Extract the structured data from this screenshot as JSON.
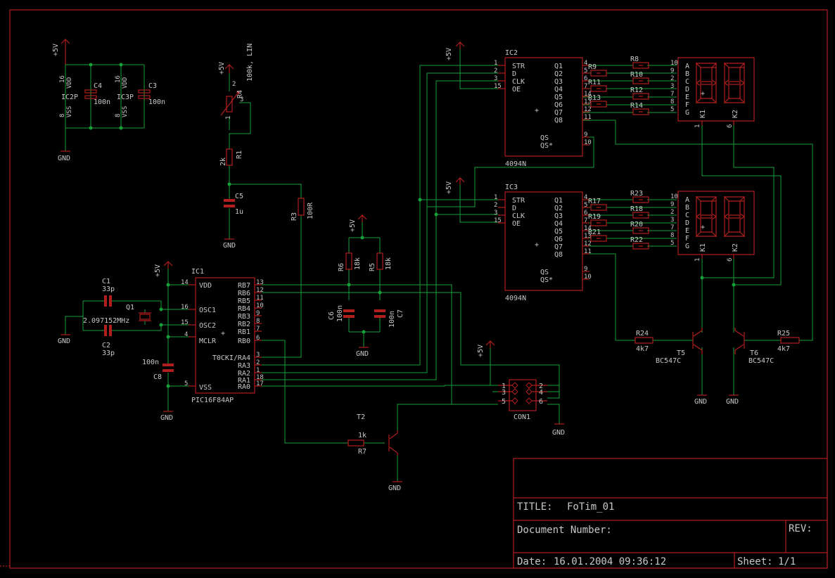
{
  "frame": {
    "title_label": "TITLE:",
    "title_value": "FoTim_01",
    "docnum_label": "Document Number:",
    "rev_label": "REV:",
    "date_label": "Date:",
    "date_value": "16.01.2004 09:36:12",
    "sheet_label": "Sheet:",
    "sheet_value": "1/1"
  },
  "supply": {
    "plus5": "+5V",
    "gnd": "GND"
  },
  "decoupling": {
    "ic2p": "IC2P",
    "ic3p": "IC3P",
    "vdd": "VDD",
    "vss": "VSS",
    "pin16": "16",
    "pin8": "8",
    "c4": "C4",
    "c4v": "100n",
    "c3": "C3",
    "c3v": "100n"
  },
  "pot": {
    "name": "R4",
    "value": "100k, LIN",
    "p1": "1",
    "p2": "2",
    "p3": "3"
  },
  "r1": {
    "name": "R1",
    "value": "2k"
  },
  "c5": {
    "name": "C5",
    "value": "1u"
  },
  "r3": {
    "name": "R3",
    "value": "100R"
  },
  "r6": {
    "name": "R6",
    "value": "18k"
  },
  "r5": {
    "name": "R5",
    "value": "18k"
  },
  "c6": {
    "name": "C6",
    "value": "100n"
  },
  "c7": {
    "name": "C7",
    "value": "100n"
  },
  "osc": {
    "c1": "C1",
    "c1v": "33p",
    "c2": "C2",
    "c2v": "33p",
    "q1": "Q1",
    "freq": "2.097152MHz",
    "c8": "C8",
    "c8v": "100n"
  },
  "ic1": {
    "name": "IC1",
    "part": "PIC16F84AP",
    "left_pins": [
      {
        "num": "14",
        "label": "VDD"
      },
      {
        "num": "16",
        "label": "OSC1"
      },
      {
        "num": "15",
        "label": "OSC2"
      },
      {
        "num": "4",
        "label": "MCLR"
      },
      {
        "num": "5",
        "label": "VSS"
      }
    ],
    "right_pins": [
      {
        "num": "13",
        "label": "RB7"
      },
      {
        "num": "12",
        "label": "RB6"
      },
      {
        "num": "11",
        "label": "RB5"
      },
      {
        "num": "10",
        "label": "RB4"
      },
      {
        "num": "9",
        "label": "RB3"
      },
      {
        "num": "8",
        "label": "RB2"
      },
      {
        "num": "7",
        "label": "RB1"
      },
      {
        "num": "6",
        "label": "RB0"
      },
      {
        "num": "3",
        "label": "T0CKI/RA4"
      },
      {
        "num": "2",
        "label": "RA3"
      },
      {
        "num": "1",
        "label": "RA2"
      },
      {
        "num": "18",
        "label": "RA1"
      },
      {
        "num": "17",
        "label": "RA0"
      }
    ]
  },
  "ic2": {
    "name": "IC2",
    "part": "4094N",
    "left_pins": [
      {
        "num": "1",
        "label": "STR"
      },
      {
        "num": "2",
        "label": "D"
      },
      {
        "num": "3",
        "label": "CLK"
      },
      {
        "num": "15",
        "label": "OE"
      }
    ],
    "right_pins": [
      {
        "num": "4",
        "label": "Q1"
      },
      {
        "num": "5",
        "label": "Q2"
      },
      {
        "num": "6",
        "label": "Q3"
      },
      {
        "num": "7",
        "label": "Q4"
      },
      {
        "num": "14",
        "label": "Q5"
      },
      {
        "num": "13",
        "label": "Q6"
      },
      {
        "num": "12",
        "label": "Q7"
      },
      {
        "num": "11",
        "label": "Q8"
      }
    ],
    "qs_pins": [
      {
        "num": "9",
        "label": "QS"
      },
      {
        "num": "10",
        "label": "QS*"
      }
    ]
  },
  "ic3": {
    "name": "IC3",
    "part": "4094N",
    "left_pins": [
      {
        "num": "1",
        "label": "STR"
      },
      {
        "num": "2",
        "label": "D"
      },
      {
        "num": "3",
        "label": "CLK"
      },
      {
        "num": "15",
        "label": "OE"
      }
    ],
    "right_pins": [
      {
        "num": "4",
        "label": "Q1"
      },
      {
        "num": "5",
        "label": "Q2"
      },
      {
        "num": "6",
        "label": "Q3"
      },
      {
        "num": "7",
        "label": "Q4"
      },
      {
        "num": "14",
        "label": "Q5"
      },
      {
        "num": "13",
        "label": "Q6"
      },
      {
        "num": "12",
        "label": "Q7"
      },
      {
        "num": "11",
        "label": "Q8"
      }
    ],
    "qs_pins": [
      {
        "num": "9",
        "label": "QS"
      },
      {
        "num": "10",
        "label": "QS*"
      }
    ]
  },
  "seg_res_top": [
    "R8",
    "R9",
    "R10",
    "R11",
    "R12",
    "R13",
    "R14"
  ],
  "seg_res_bot": [
    "R23",
    "R17",
    "R18",
    "R19",
    "R20",
    "R21",
    "R22"
  ],
  "display": {
    "segments": [
      "A",
      "B",
      "C",
      "D",
      "E",
      "F",
      "G"
    ],
    "pins": [
      "10",
      "9",
      "2",
      "3",
      "7",
      "8",
      "5"
    ],
    "k1": "K1",
    "k2": "K2",
    "pin_k1": "1",
    "pin_k2": "6"
  },
  "drivers": {
    "r24": "R24",
    "r24v": "4k7",
    "r25": "R25",
    "r25v": "4k7",
    "t5": "T5",
    "t6": "T6",
    "t_part": "BC547C"
  },
  "con1": {
    "name": "CON1",
    "pins": [
      "1",
      "2",
      "3",
      "4",
      "5",
      "6"
    ]
  },
  "t2": {
    "name": "T2",
    "r7": "R7",
    "r7v": "1k"
  }
}
